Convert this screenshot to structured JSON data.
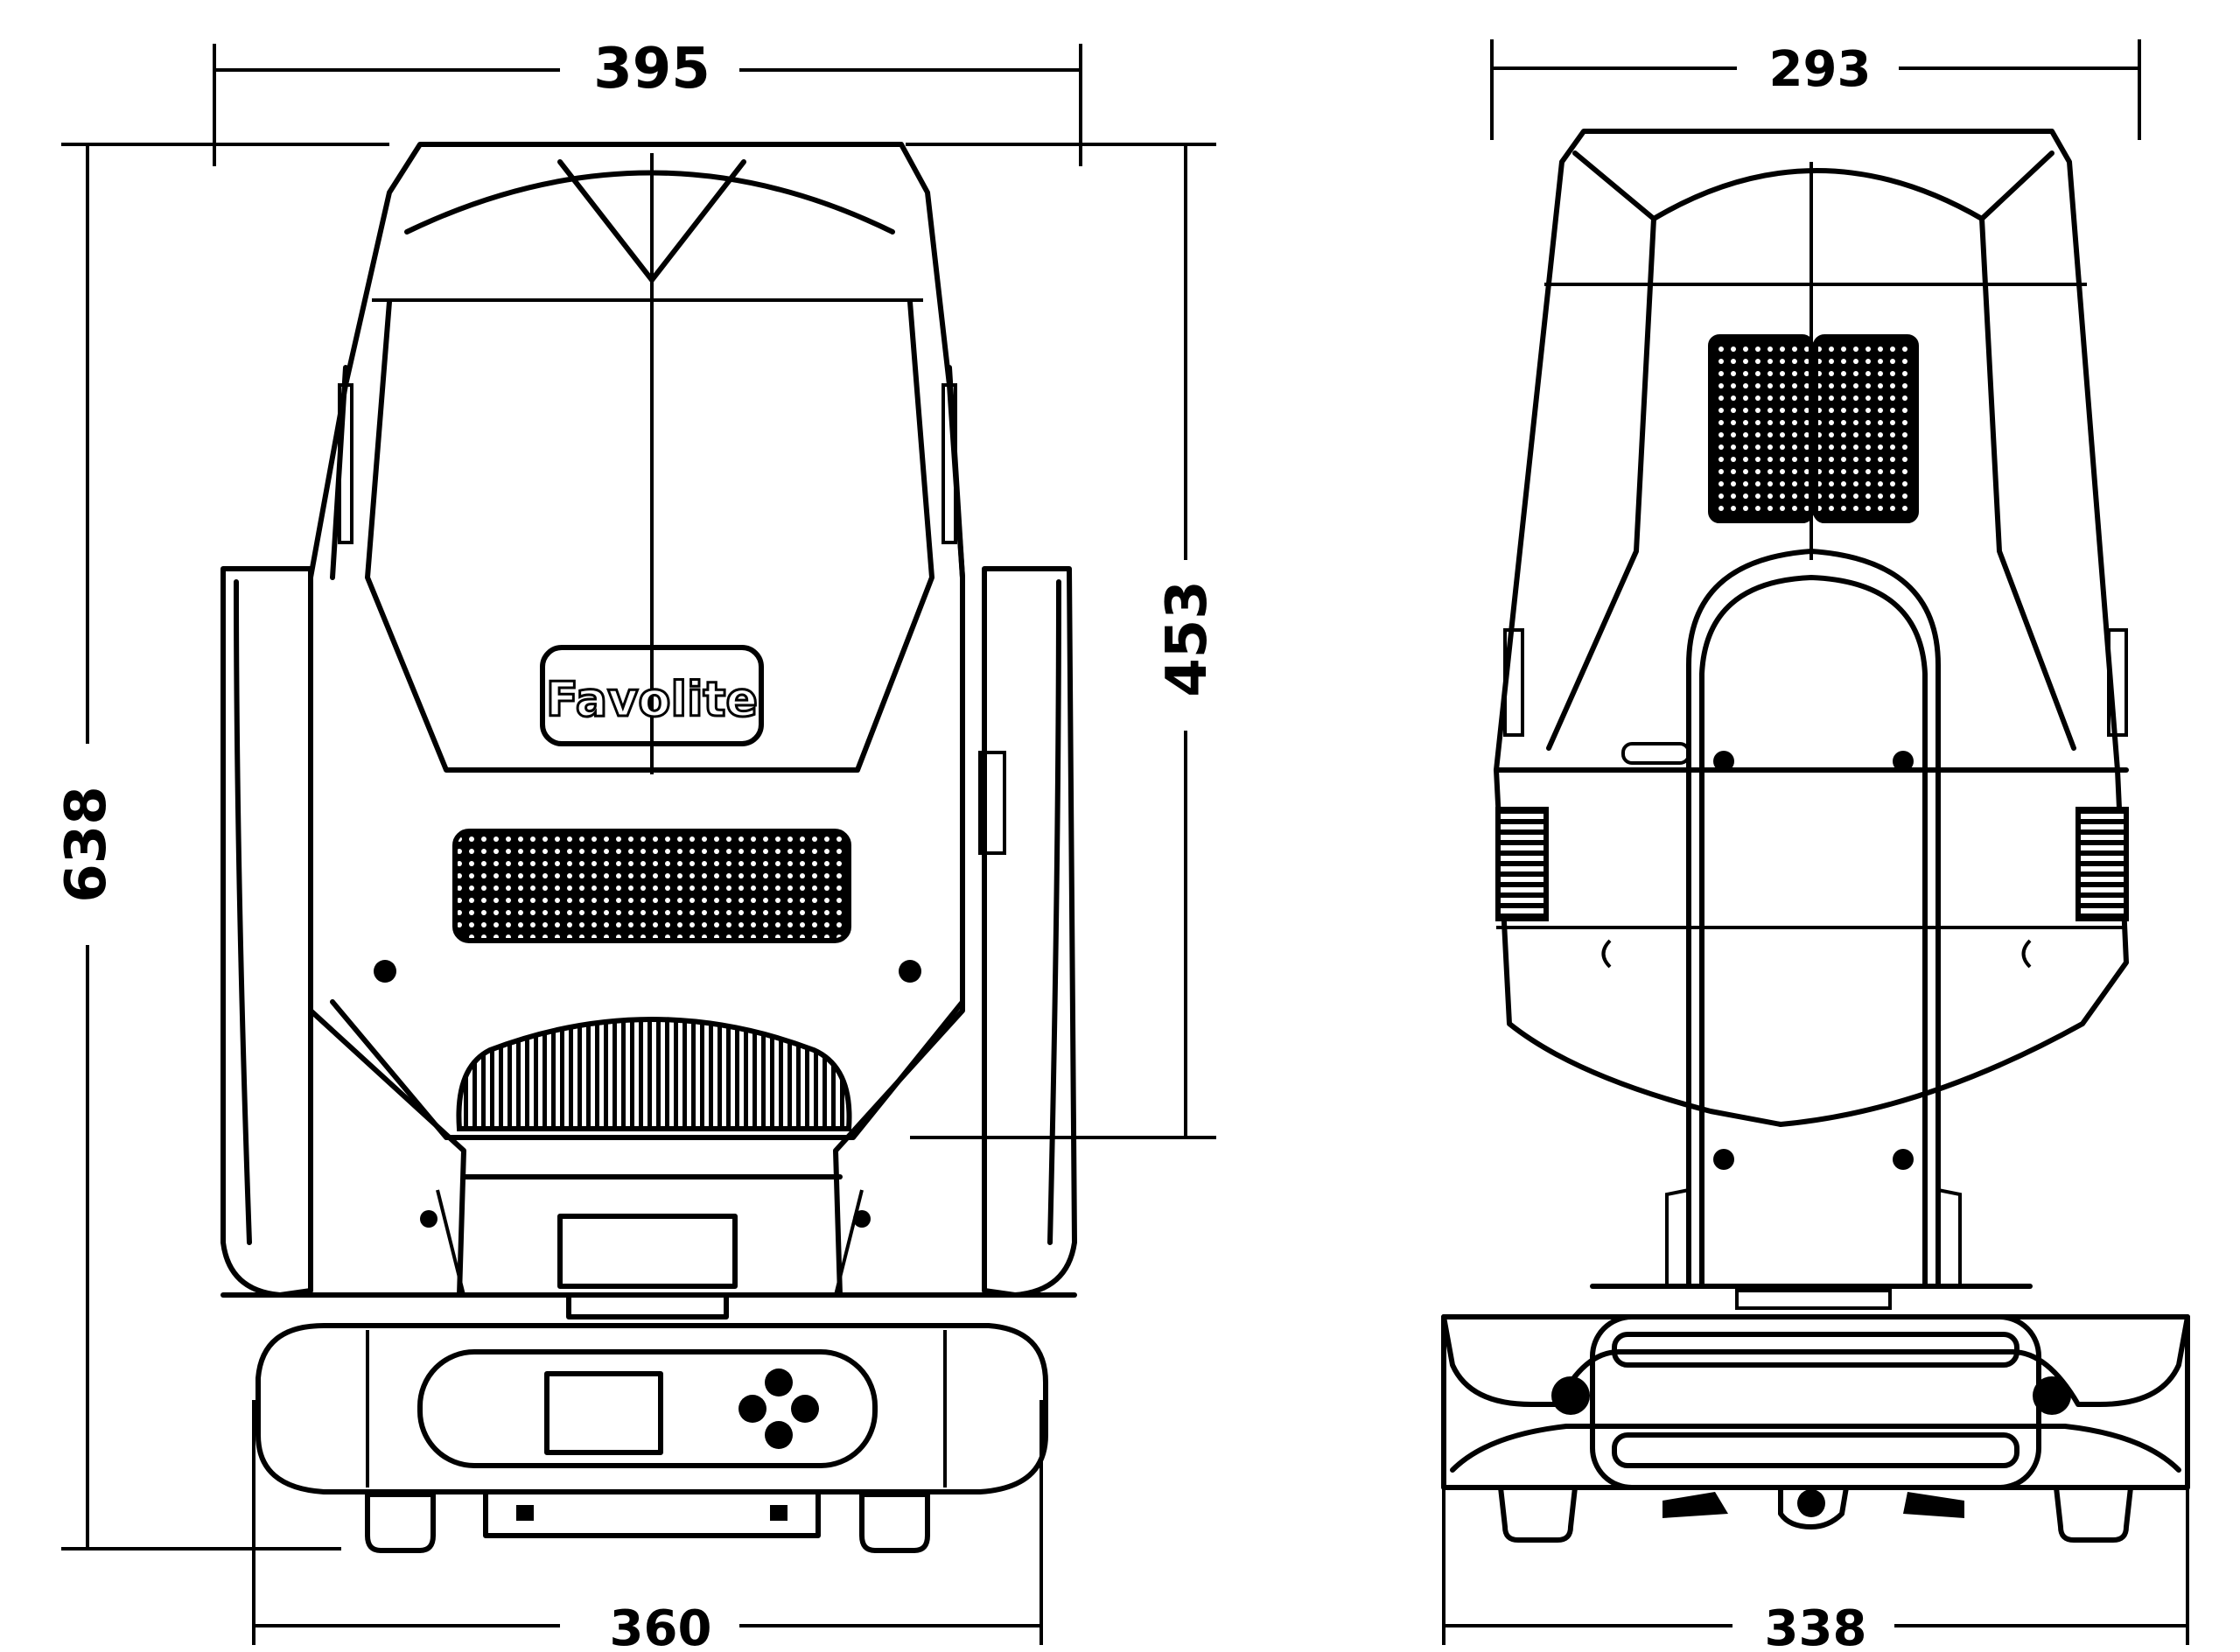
{
  "brand": {
    "logo_text": "Favolite"
  },
  "front_view": {
    "dim_top": "395",
    "dim_left": "638",
    "dim_right": "453",
    "dim_bottom": "360"
  },
  "side_view": {
    "dim_top": "293",
    "dim_bottom": "338"
  }
}
